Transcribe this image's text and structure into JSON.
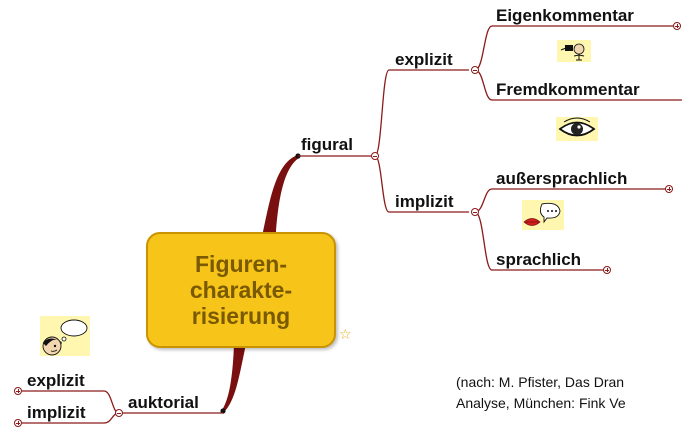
{
  "central_topic": {
    "lines": [
      "Figuren-",
      "charakte-",
      "risierung"
    ]
  },
  "branches": {
    "figural": {
      "label": "figural",
      "explizit": {
        "label": "explizit",
        "eigenkommentar": "Eigenkommentar",
        "fremdkommentar": "Fremdkommentar"
      },
      "implizit": {
        "label": "implizit",
        "aussersprachlich": "außersprachlich",
        "sprachlich": "sprachlich"
      }
    },
    "auktorial": {
      "label": "auktorial",
      "explizit": "explizit",
      "implizit": "implizit"
    }
  },
  "citation": {
    "line1": "(nach: M. Pfister, Das Dran",
    "line2": "Analyse, München: Fink Ve"
  },
  "icons": [
    "speaker-pointing-icon",
    "eye-icon",
    "lips-speech-bubble-icon",
    "thinking-face-icon",
    "star-icon"
  ],
  "colors": {
    "central_fill": "#f7c41a",
    "central_border": "#c99400",
    "central_text": "#7a5a00",
    "branch_line": "#8b1a1a"
  }
}
